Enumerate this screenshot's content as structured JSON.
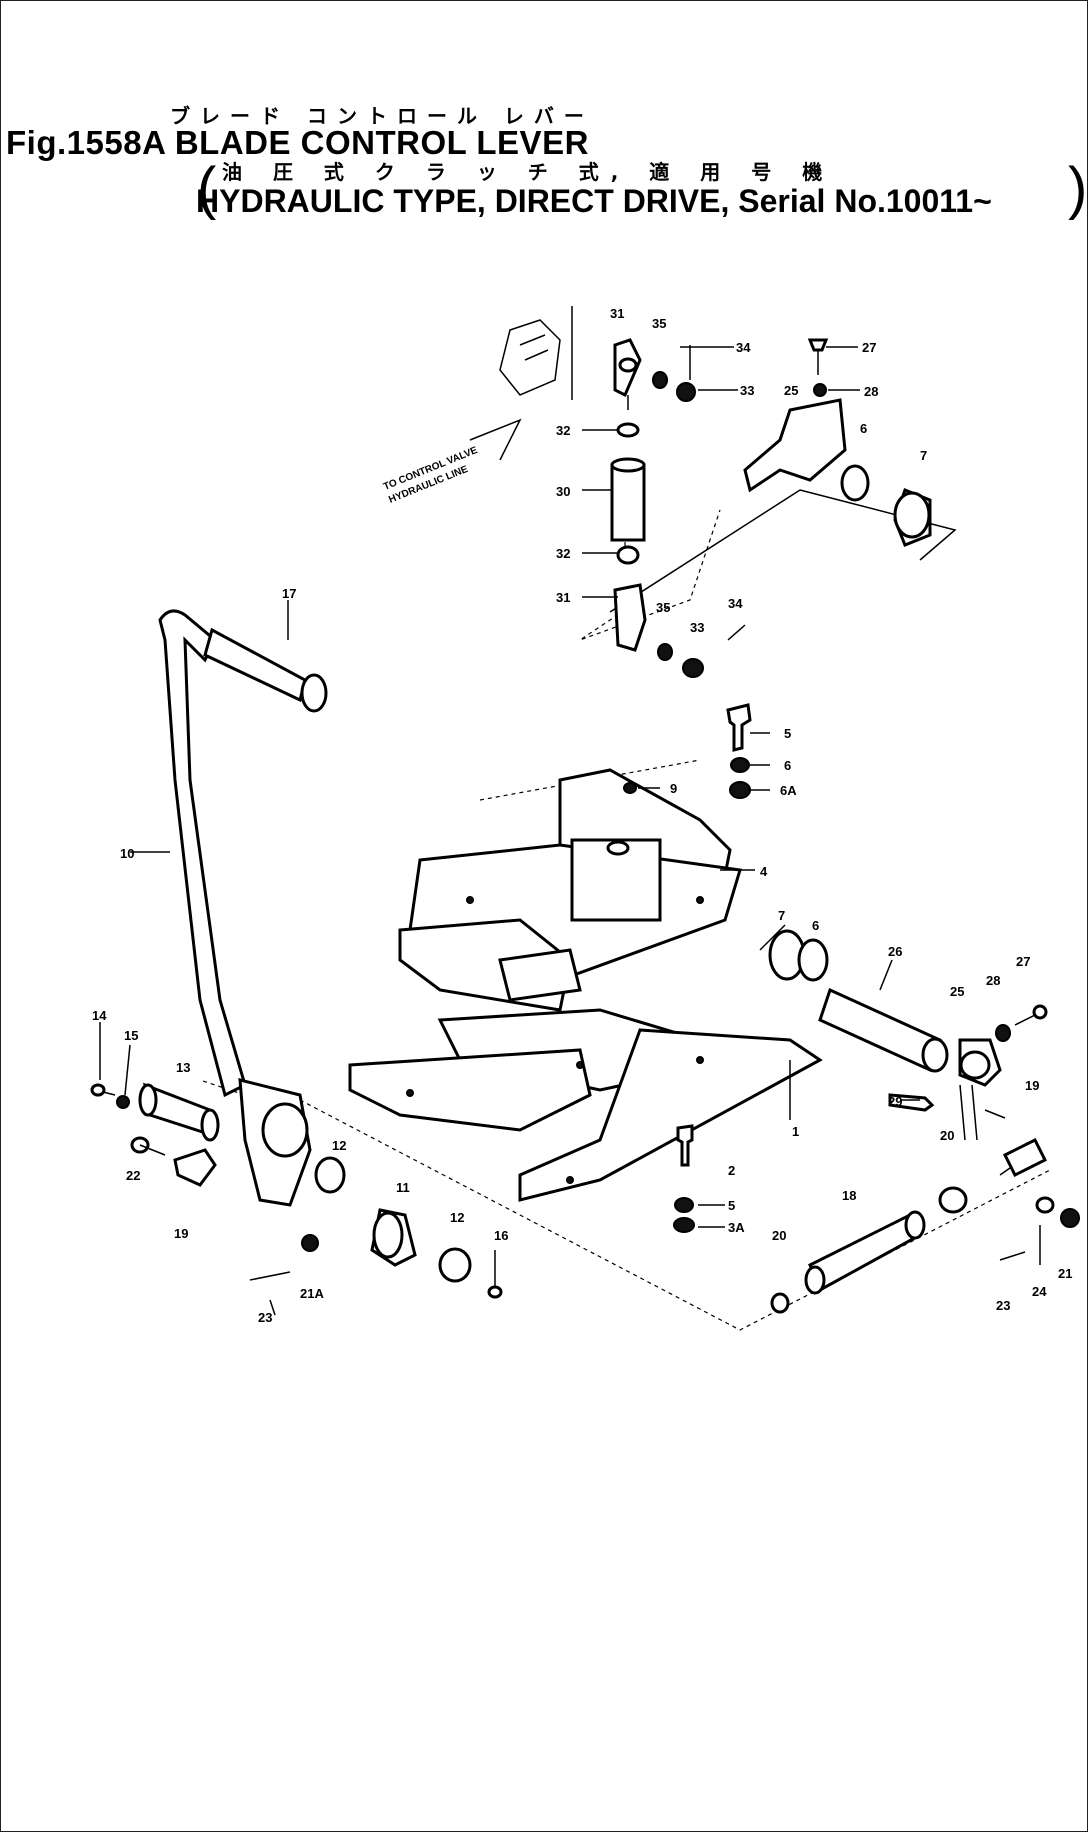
{
  "title": {
    "japanese": "ブレード コントロール レバー",
    "main": "Fig.1558A  BLADE  CONTROL  LEVER",
    "sub_japanese": "油 圧 式   ク ラ ッ チ 式,  適 用 号 機",
    "sub": "HYDRAULIC TYPE, DIRECT DRIVE, Serial No.10011~",
    "paren_open": "(",
    "paren_close": ")"
  },
  "note": {
    "line1": "TO CONTROL VALVE",
    "line2": "HYDRAULIC LINE"
  },
  "parts": [
    {
      "id": "p31a",
      "label": "31"
    },
    {
      "id": "p35a",
      "label": "35"
    },
    {
      "id": "p34a",
      "label": "34"
    },
    {
      "id": "p33a",
      "label": "33"
    },
    {
      "id": "p32a",
      "label": "32"
    },
    {
      "id": "p30",
      "label": "30"
    },
    {
      "id": "p32b",
      "label": "32"
    },
    {
      "id": "p31b",
      "label": "31"
    },
    {
      "id": "p35b",
      "label": "35"
    },
    {
      "id": "p33b",
      "label": "33"
    },
    {
      "id": "p34b",
      "label": "34"
    },
    {
      "id": "p27a",
      "label": "27"
    },
    {
      "id": "p25a",
      "label": "25"
    },
    {
      "id": "p28a",
      "label": "28"
    },
    {
      "id": "p6a",
      "label": "6"
    },
    {
      "id": "p7a",
      "label": "7"
    },
    {
      "id": "p17",
      "label": "17"
    },
    {
      "id": "p10",
      "label": "10"
    },
    {
      "id": "p5a",
      "label": "5"
    },
    {
      "id": "p6b",
      "label": "6"
    },
    {
      "id": "p6Aa",
      "label": "6A"
    },
    {
      "id": "p9",
      "label": "9"
    },
    {
      "id": "p4",
      "label": "4"
    },
    {
      "id": "p7b",
      "label": "7"
    },
    {
      "id": "p6c",
      "label": "6"
    },
    {
      "id": "p26",
      "label": "26"
    },
    {
      "id": "p28b",
      "label": "28"
    },
    {
      "id": "p27b",
      "label": "27"
    },
    {
      "id": "p25b",
      "label": "25"
    },
    {
      "id": "p29",
      "label": "29"
    },
    {
      "id": "p19b",
      "label": "19"
    },
    {
      "id": "p20a",
      "label": "20"
    },
    {
      "id": "p1",
      "label": "1"
    },
    {
      "id": "p14",
      "label": "14"
    },
    {
      "id": "p15",
      "label": "15"
    },
    {
      "id": "p13",
      "label": "13"
    },
    {
      "id": "p22",
      "label": "22"
    },
    {
      "id": "p19a",
      "label": "19"
    },
    {
      "id": "p12a",
      "label": "12"
    },
    {
      "id": "p11",
      "label": "11"
    },
    {
      "id": "p12b",
      "label": "12"
    },
    {
      "id": "p16",
      "label": "16"
    },
    {
      "id": "p21A",
      "label": "21A"
    },
    {
      "id": "p23a",
      "label": "23"
    },
    {
      "id": "p2",
      "label": "2"
    },
    {
      "id": "p5b",
      "label": "5"
    },
    {
      "id": "p3A",
      "label": "3A"
    },
    {
      "id": "p18",
      "label": "18"
    },
    {
      "id": "p20b",
      "label": "20"
    },
    {
      "id": "p21",
      "label": "21"
    },
    {
      "id": "p24",
      "label": "24"
    },
    {
      "id": "p23b",
      "label": "23"
    }
  ],
  "colors": {
    "ink": "#000000",
    "paper": "#ffffff"
  }
}
